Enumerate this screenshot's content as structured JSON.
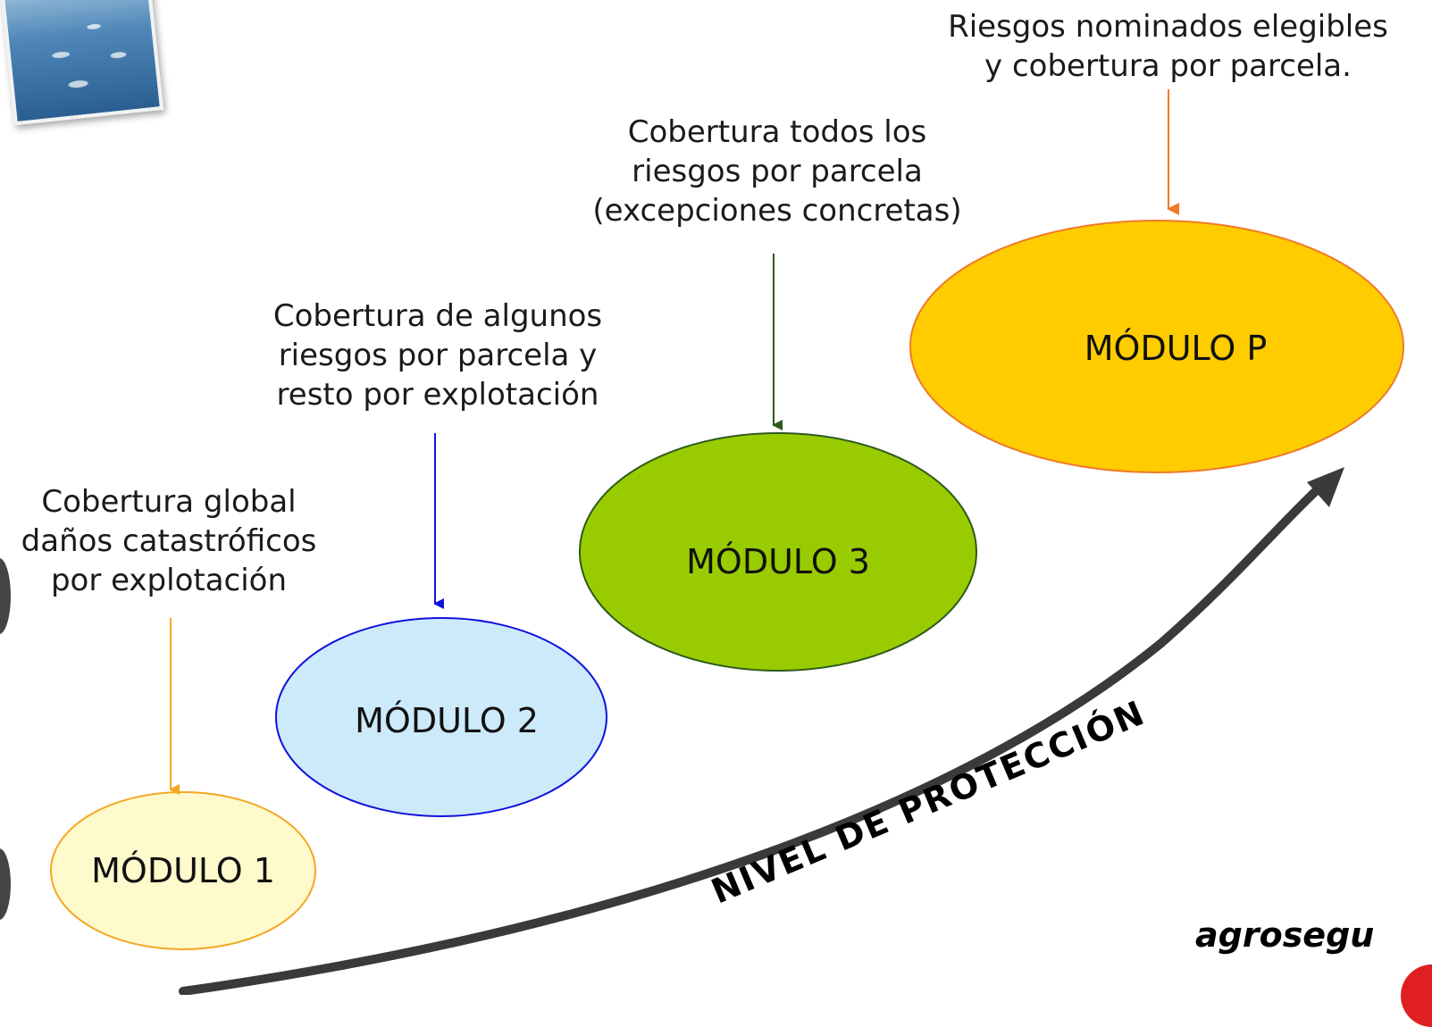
{
  "descriptions": {
    "modulo_1": [
      "Cobertura global",
      "daños catastróficos",
      "por explotación"
    ],
    "modulo_2": [
      "Cobertura de algunos",
      "riesgos por parcela y",
      "resto por explotación"
    ],
    "modulo_3": [
      "Cobertura todos los",
      "riesgos por parcela",
      "(excepciones concretas)"
    ],
    "modulo_p": [
      "Riesgos nominados elegibles",
      "y cobertura por parcela."
    ]
  },
  "modules": {
    "modulo_1": "MÓDULO 1",
    "modulo_2": "MÓDULO 2",
    "modulo_3": "MÓDULO 3",
    "modulo_p": "MÓDULO P"
  },
  "colors": {
    "modulo_1_fill": "#FFFACC",
    "modulo_1_stroke": "#F5A623",
    "modulo_2_fill": "#CDEAFB",
    "modulo_2_stroke": "#1111DD",
    "modulo_3_fill": "#99CC00",
    "modulo_3_stroke": "#2E5A1C",
    "modulo_p_fill": "#FFCC00",
    "modulo_p_stroke": "#F07A2A",
    "curve": "#3a3a3a"
  },
  "curve_label": "NIVEL DE PROTECCIÓN",
  "brand": "agrosegu",
  "photo_icon": "fish-farm-photo"
}
